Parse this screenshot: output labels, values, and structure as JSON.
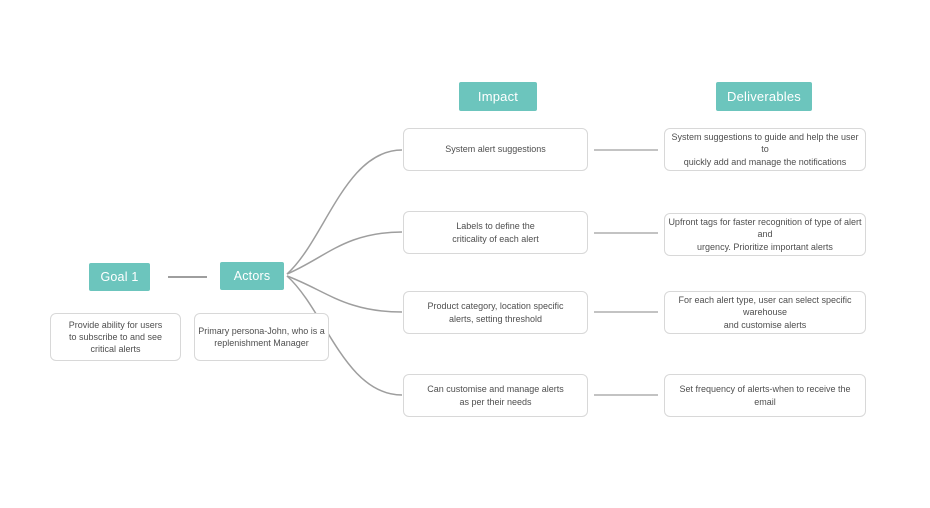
{
  "colors": {
    "accent": "#6cc5bd",
    "accent-text": "#ffffff",
    "node-border": "#d8d8d8",
    "node-text": "#4f4f4f",
    "edge": "#9e9e9e",
    "edge-light": "#c3c3c3",
    "canvas-bg": "#ffffff"
  },
  "goal": {
    "label": "Goal 1",
    "note": "Provide ability for users\nto subscribe to and see\ncritical alerts"
  },
  "actors": {
    "label": "Actors",
    "note": "Primary persona-John, who is a\nreplenishment Manager"
  },
  "columns": {
    "impact": "Impact",
    "deliverables": "Deliverables"
  },
  "rows": [
    {
      "impact": "System alert suggestions",
      "deliverable": "System suggestions to guide and help the user to\nquickly add and manage the notifications"
    },
    {
      "impact": "Labels to define the\ncriticality of each alert",
      "deliverable": "Upfront tags for faster recognition of type of alert and\nurgency. Prioritize important alerts"
    },
    {
      "impact": "Product category, location specific\nalerts, setting threshold",
      "deliverable": "For each alert type, user can select specific warehouse\nand customise alerts"
    },
    {
      "impact": "Can customise and manage alerts\nas per their needs",
      "deliverable": "Set frequency of alerts-when to receive the email"
    }
  ]
}
